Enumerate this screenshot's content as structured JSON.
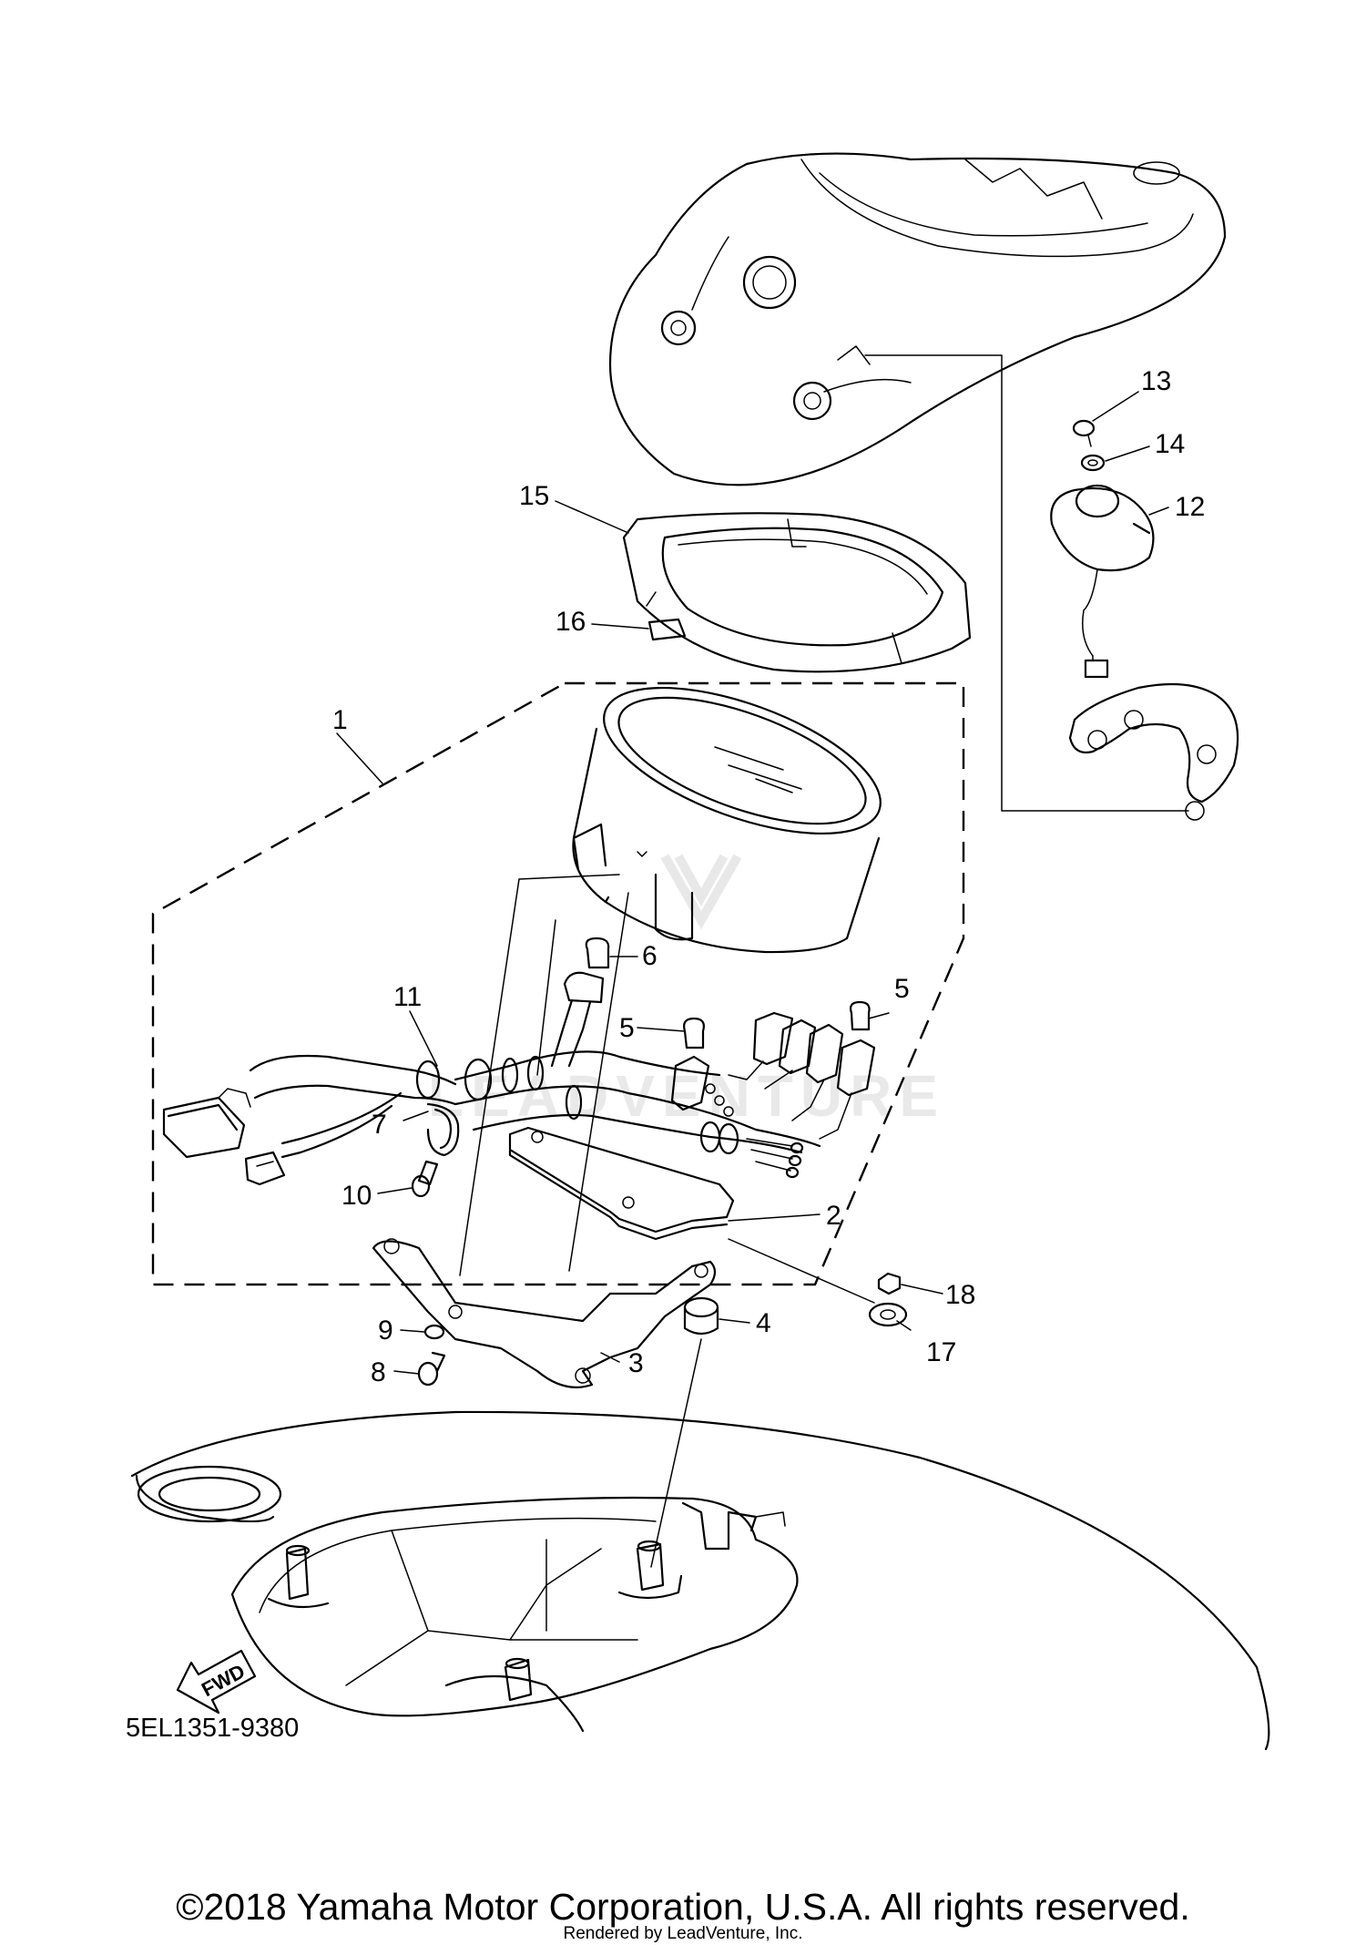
{
  "diagram": {
    "callouts": [
      "1",
      "2",
      "3",
      "4",
      "5",
      "5",
      "6",
      "7",
      "8",
      "9",
      "10",
      "11",
      "12",
      "13",
      "14",
      "15",
      "16",
      "17",
      "18"
    ],
    "part_code": "5EL1351-9380",
    "fwd_label": "FWD",
    "watermark": "LEADVENTURE"
  },
  "footer": {
    "copyright": "©2018 Yamaha Motor Corporation, U.S.A. All rights reserved.",
    "rendered_by": "Rendered by LeadVenture, Inc."
  }
}
